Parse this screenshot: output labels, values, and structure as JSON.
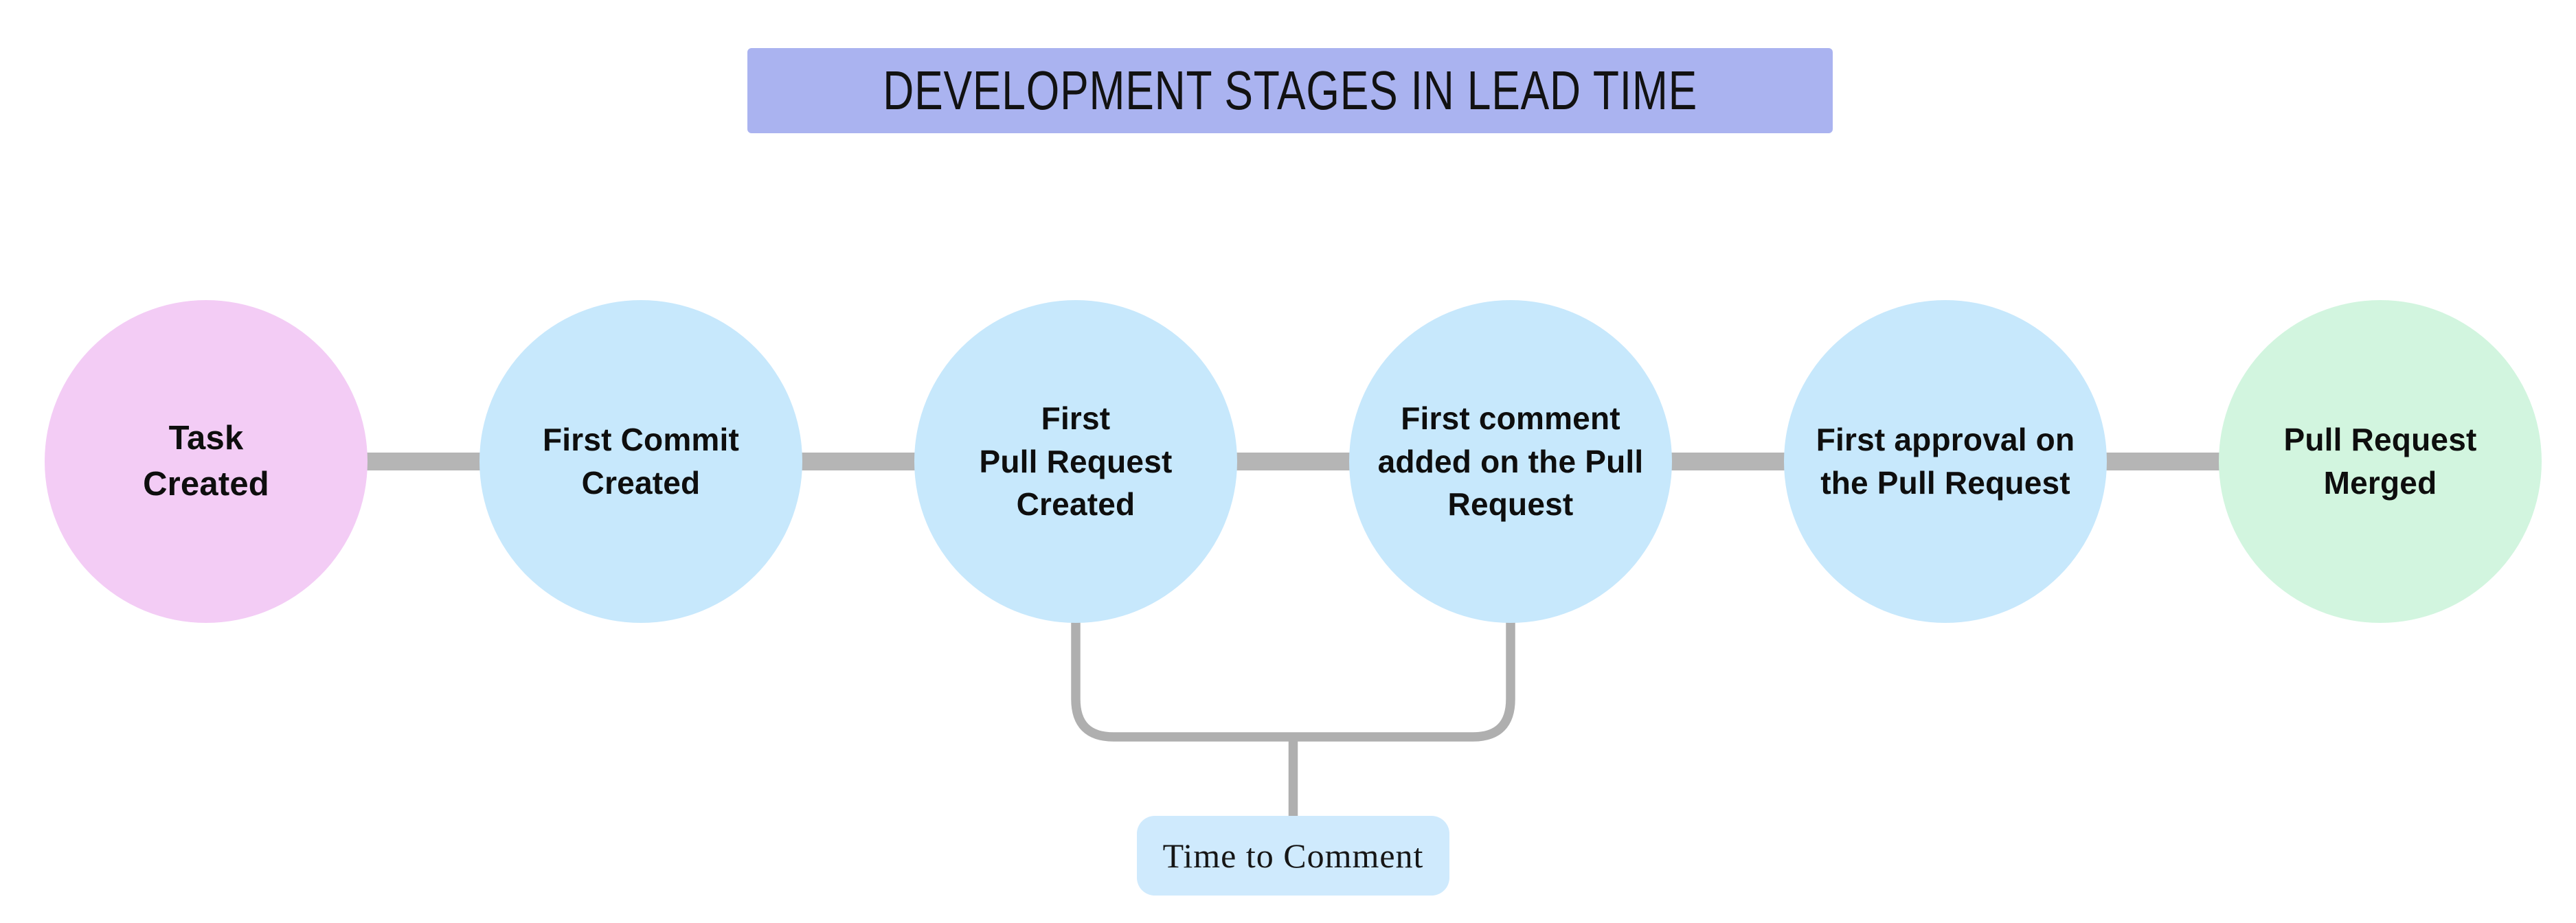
{
  "title": {
    "text": "DEVELOPMENT STAGES IN LEAD TIME",
    "bg_color": "#aab3f0",
    "text_color": "#121212"
  },
  "flow": {
    "connector_color": "#b5b5b5",
    "stages": [
      {
        "label": "Task\nCreated",
        "color": "#f3ccf5"
      },
      {
        "label": "First Commit\nCreated",
        "color": "#c7e8fc"
      },
      {
        "label": "First\nPull Request\nCreated",
        "color": "#c7e8fc"
      },
      {
        "label": "First comment\nadded on the Pull\nRequest",
        "color": "#c7e8fc"
      },
      {
        "label": "First approval on\nthe Pull Request",
        "color": "#c7e8fc"
      },
      {
        "label": "Pull Request\nMerged",
        "color": "#d2f5df"
      }
    ]
  },
  "annotation": {
    "label": "Time to Comment",
    "bg_color": "#cfeafd",
    "bracket_color": "#afafaf",
    "spans_stages": [
      3,
      4
    ]
  }
}
